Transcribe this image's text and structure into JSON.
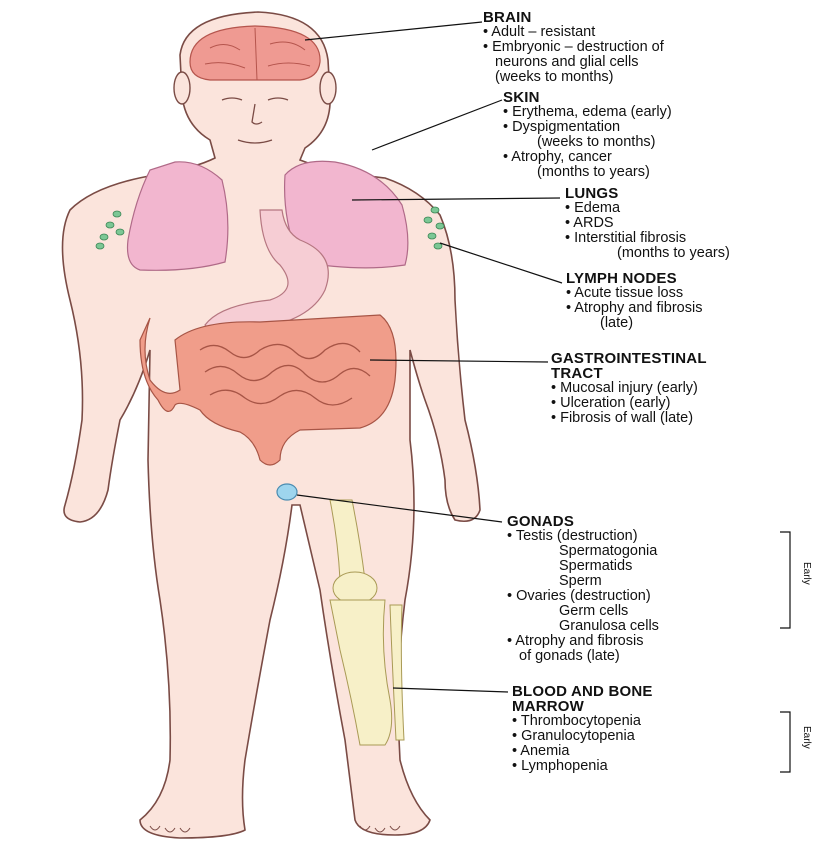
{
  "colors": {
    "skin": "#fbe4dc",
    "outline": "#7a4b45",
    "brain": "#ef9a92",
    "lungs": "#f2b6cf",
    "stomach": "#f6cdd4",
    "intestine": "#f09d8a",
    "lymph": "#7cc795",
    "gonad": "#9ed5ee",
    "bone": "#f7f0c8"
  },
  "labels": {
    "brain": {
      "title": "BRAIN",
      "lines": [
        "• Adult – resistant",
        "• Embryonic – destruction of",
        "neurons and glial cells",
        "(weeks to months)"
      ]
    },
    "skin": {
      "title": "SKIN",
      "lines": [
        "• Erythema, edema (early)",
        "• Dyspigmentation",
        "(weeks to months)",
        "• Atrophy, cancer",
        "(months to years)"
      ]
    },
    "lungs": {
      "title": "LUNGS",
      "lines": [
        "• Edema",
        "• ARDS",
        "• Interstitial fibrosis",
        "(months to years)"
      ]
    },
    "lymph": {
      "title": "LYMPH NODES",
      "lines": [
        "• Acute tissue loss",
        "• Atrophy and fibrosis",
        "(late)"
      ]
    },
    "gi": {
      "title1": "GASTROINTESTINAL",
      "title2": "TRACT",
      "lines": [
        "• Mucosal injury (early)",
        "• Ulceration (early)",
        "• Fibrosis of wall (late)"
      ]
    },
    "gonads": {
      "title": "GONADS",
      "lines": [
        "• Testis (destruction)",
        "Spermatogonia",
        "Spermatids",
        "Sperm",
        "• Ovaries (destruction)",
        "Germ cells",
        "Granulosa cells",
        "• Atrophy and fibrosis",
        "of gonads (late)"
      ],
      "bracket": "Early"
    },
    "blood": {
      "title1": "BLOOD AND BONE",
      "title2": "MARROW",
      "lines": [
        "• Thrombocytopenia",
        "• Granulocytopenia",
        "• Anemia",
        "• Lymphopenia"
      ],
      "bracket": "Early"
    }
  }
}
